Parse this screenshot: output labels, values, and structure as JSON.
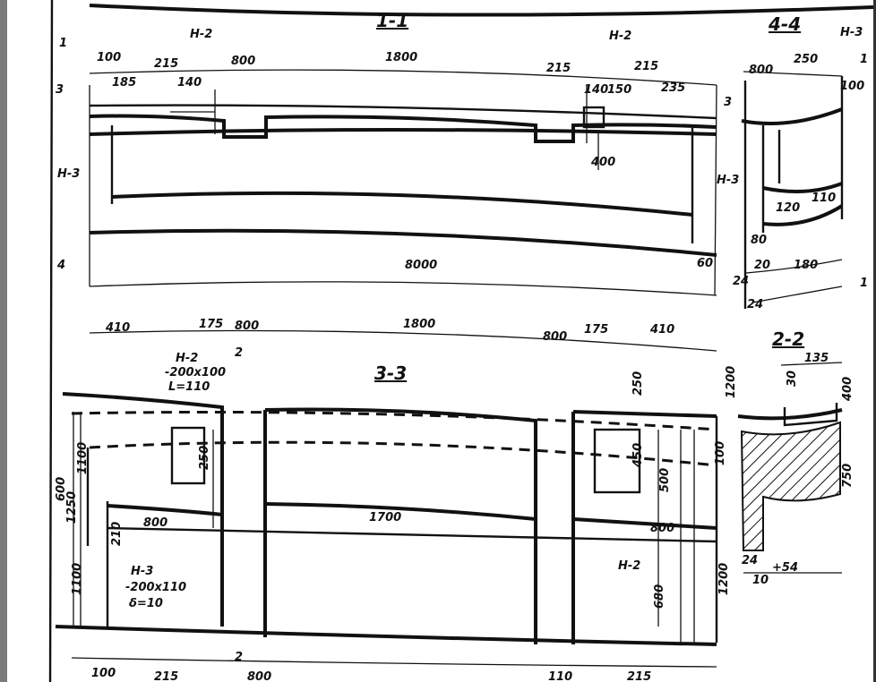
{
  "sections": {
    "s11": "1-1",
    "s22": "2-2",
    "s33": "3-3",
    "s44": "4-4"
  },
  "marks": {
    "m1": "1",
    "m2": "2",
    "m3": "3",
    "m4": "4"
  },
  "callouts": {
    "n2_left": "H-2",
    "n2_right": "H-2",
    "n3_top": "H-3",
    "n3_left": "H-3",
    "n3_right": "H-3",
    "n2_elev_left": "H-2",
    "n2_elev_right": "H-2",
    "n3_elev": "H-3"
  },
  "notes": {
    "plate_a": "-200x100",
    "plate_b": "L=110",
    "plate_c": "-200x110",
    "plate_d": "δ=10"
  },
  "plan_dims": {
    "d100": "100",
    "d215": "215",
    "d800": "800",
    "d1800": "1800",
    "d215b": "215",
    "d215c": "215",
    "d235": "235",
    "d185": "185",
    "d140": "140",
    "d150": "150",
    "d140b": "140",
    "d400": "400",
    "d8000": "8000",
    "d60": "60"
  },
  "elev_dims": {
    "e410": "410",
    "e175": "175",
    "e800": "800",
    "e1800": "1800",
    "e800b": "800",
    "e175b": "175",
    "e410b": "410",
    "e1700": "1700",
    "e800c": "800",
    "e800d": "800",
    "e100": "100",
    "e215": "215",
    "e800e": "800",
    "e110": "110",
    "e215b": "215",
    "e600": "600",
    "e1250": "1250",
    "e1100": "1100",
    "e210": "210",
    "e250": "250",
    "e1100b": "1100",
    "e450": "450",
    "e500": "500",
    "e680": "680",
    "e1200": "1200",
    "e100b": "100",
    "e250b": "250"
  },
  "side_dims": {
    "s800": "800",
    "s250": "250",
    "s120": "120",
    "s110": "110",
    "s100": "100",
    "s180": "180",
    "s80": "80",
    "s24": "24",
    "s20": "20",
    "s24b": "24"
  },
  "sec22_dims": {
    "t135": "135",
    "t30": "30",
    "t400": "400",
    "t1200": "1200",
    "t750": "750",
    "t24": "24",
    "t10": "10",
    "t54": "+54"
  }
}
